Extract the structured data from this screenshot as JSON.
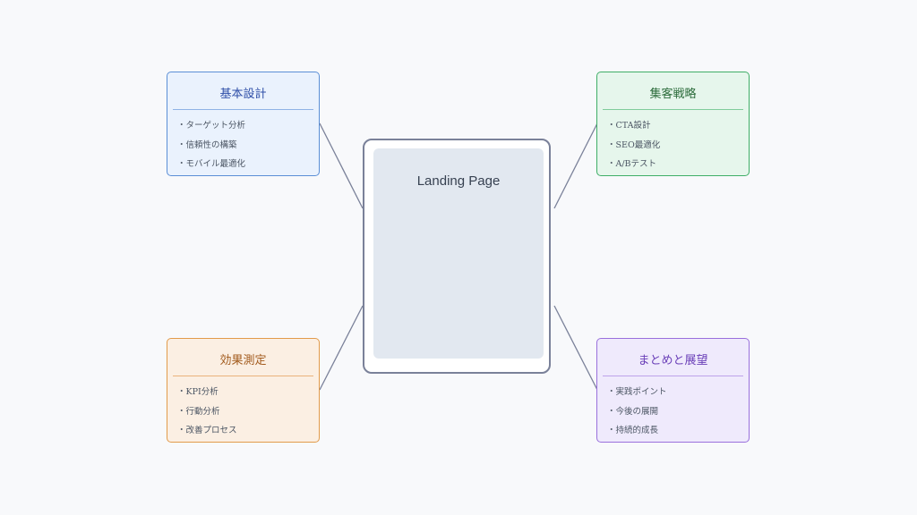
{
  "center": {
    "label": "Landing Page"
  },
  "colors": {
    "background": "#f8f9fb",
    "device_border": "#7a8199",
    "screen": "#e2e8f0",
    "connector": "#7a8199",
    "blue": "#5b8fd6",
    "green": "#3fae67",
    "orange": "#e29b4b",
    "purple": "#9a70dc"
  },
  "cards": {
    "top_left": {
      "title": "基本設計",
      "items": [
        "・ターゲット分析",
        "・信頼性の構築",
        "・モバイル最適化"
      ]
    },
    "top_right": {
      "title": "集客戦略",
      "items": [
        "・CTA設計",
        "・SEO最適化",
        "・A/Bテスト"
      ]
    },
    "bottom_left": {
      "title": "効果測定",
      "items": [
        "・KPI分析",
        "・行動分析",
        "・改善プロセス"
      ]
    },
    "bottom_right": {
      "title": "まとめと展望",
      "items": [
        "・実践ポイント",
        "・今後の展開",
        "・持続的成長"
      ]
    }
  }
}
